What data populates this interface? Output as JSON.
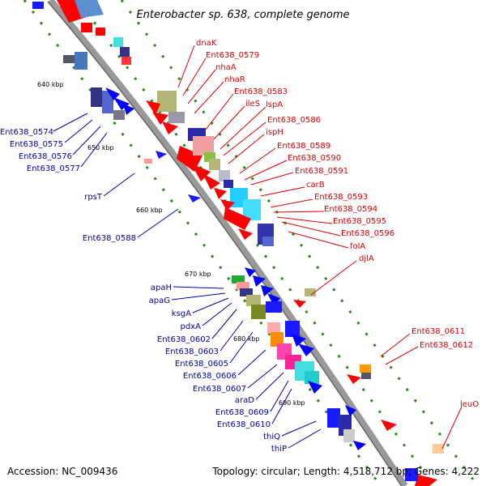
{
  "title": "Enterobacter sp. 638, complete genome",
  "footer": {
    "accession": "Accession: NC_009436",
    "summary": "Topology: circular; Length: 4,518,712 bp; Genes: 4,222"
  },
  "colors": {
    "backbone": "#888888",
    "dotted": "#2a8a1a",
    "forward_label": "#dd0000",
    "reverse_label": "#0000aa",
    "red_gene": "#ff0000",
    "blue_gene": "#0000ff"
  },
  "ticks": [
    {
      "label": "640 kbp"
    },
    {
      "label": "650 kbp"
    },
    {
      "label": "660 kbp"
    },
    {
      "label": "670 kbp"
    },
    {
      "label": "680 kbp"
    },
    {
      "label": "690 kbp"
    }
  ],
  "forward_genes": [
    {
      "name": "dnaK"
    },
    {
      "name": "Ent638_0579"
    },
    {
      "name": "nhaA"
    },
    {
      "name": "nhaR"
    },
    {
      "name": "Ent638_0583"
    },
    {
      "name": "ileS"
    },
    {
      "name": "lspA"
    },
    {
      "name": "Ent638_0586"
    },
    {
      "name": "ispH"
    },
    {
      "name": "Ent638_0589"
    },
    {
      "name": "Ent638_0590"
    },
    {
      "name": "Ent638_0591"
    },
    {
      "name": "carB"
    },
    {
      "name": "Ent638_0593"
    },
    {
      "name": "Ent638_0594"
    },
    {
      "name": "Ent638_0595"
    },
    {
      "name": "Ent638_0596"
    },
    {
      "name": "folA"
    },
    {
      "name": "djlA"
    },
    {
      "name": "Ent638_0611"
    },
    {
      "name": "Ent638_0612"
    },
    {
      "name": "leuO"
    }
  ],
  "reverse_genes": [
    {
      "name": "Ent638_0574"
    },
    {
      "name": "Ent638_0575"
    },
    {
      "name": "Ent638_0576"
    },
    {
      "name": "Ent638_0577"
    },
    {
      "name": "rpsT"
    },
    {
      "name": "Ent638_0588"
    },
    {
      "name": "apaH"
    },
    {
      "name": "apaG"
    },
    {
      "name": "ksgA"
    },
    {
      "name": "pdxA"
    },
    {
      "name": "Ent638_0602"
    },
    {
      "name": "Ent638_0603"
    },
    {
      "name": "Ent638_0605"
    },
    {
      "name": "Ent638_0606"
    },
    {
      "name": "Ent638_0607"
    },
    {
      "name": "araD"
    },
    {
      "name": "Ent638_0609"
    },
    {
      "name": "Ent638_0610"
    },
    {
      "name": "thiQ"
    },
    {
      "name": "thiP"
    }
  ]
}
